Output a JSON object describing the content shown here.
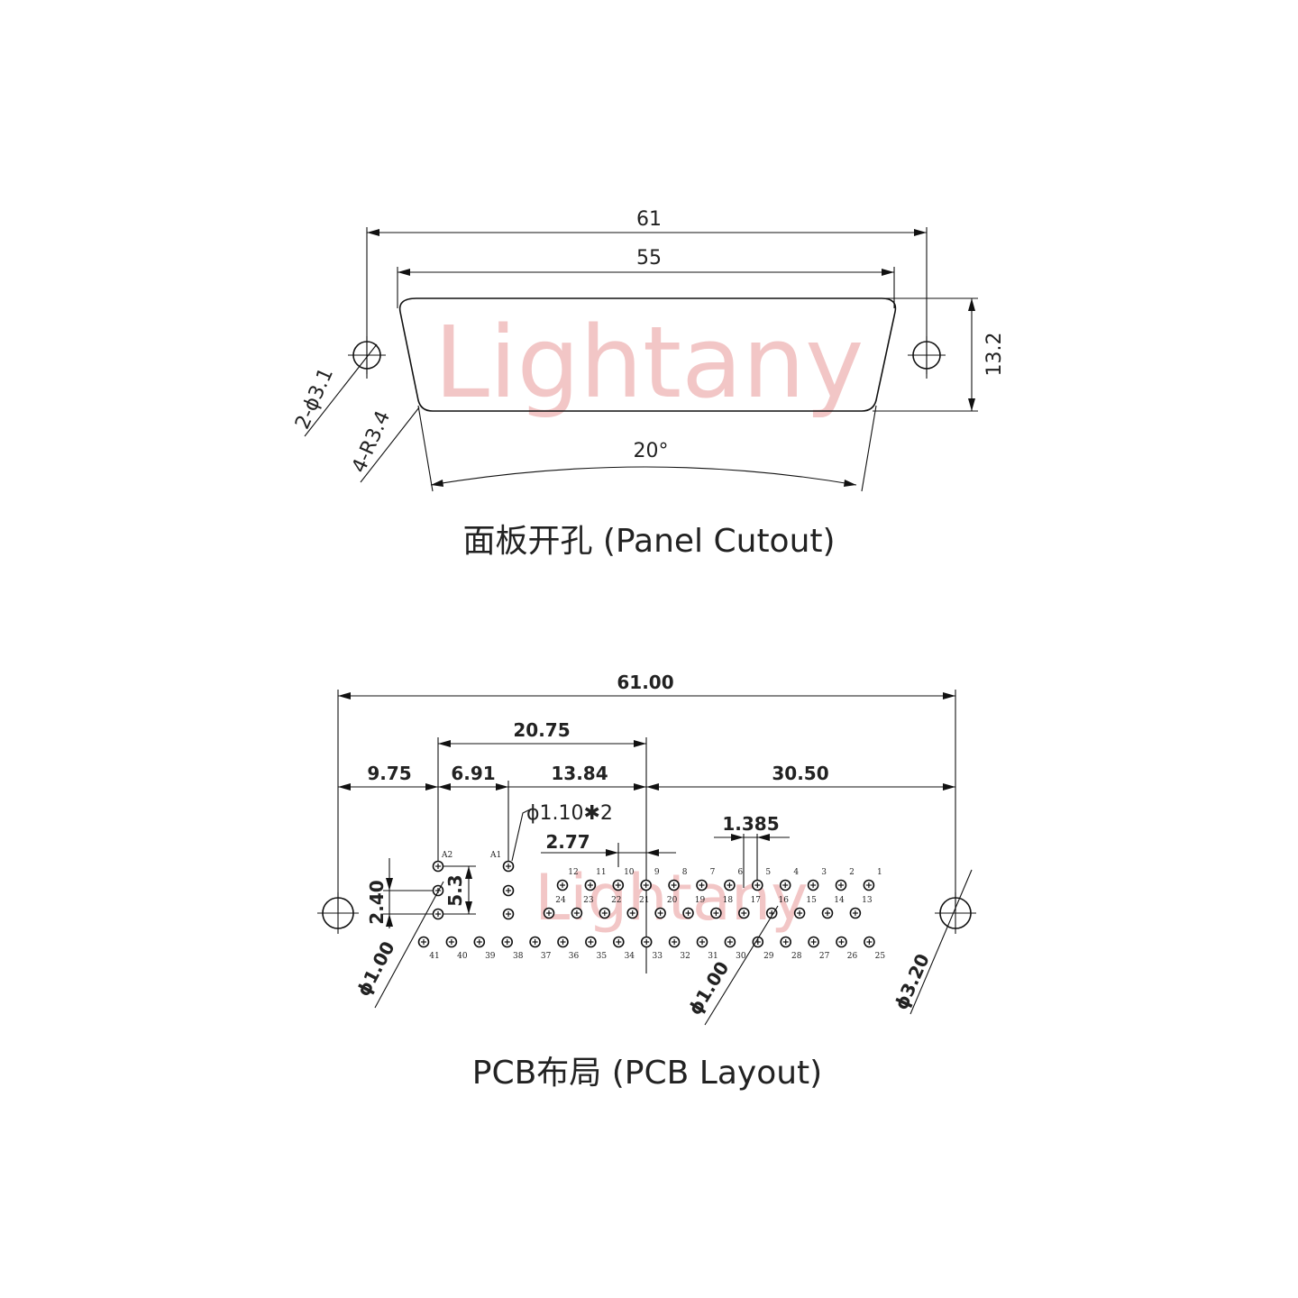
{
  "watermark": "Lightany",
  "panel": {
    "caption": "面板开孔 (Panel Cutout)",
    "dim_overall": "61",
    "dim_body": "55",
    "dim_height": "13.2",
    "dim_holes": "2-ϕ3.1",
    "dim_radius": "4-R3.4",
    "dim_angle": "20°"
  },
  "pcb": {
    "caption": "PCB布局 (PCB Layout)",
    "dim_overall": "61.00",
    "dim_20_75": "20.75",
    "dim_9_75": "9.75",
    "dim_6_91": "6.91",
    "dim_13_84": "13.84",
    "dim_30_50": "30.50",
    "dim_pitch_x": "2.77",
    "dim_half_pitch": "1.385",
    "dim_coax_hole": "ϕ1.10✱2",
    "dim_2_40": "2.40",
    "dim_5_3": "5.3",
    "dim_pin_hole_left": "ϕ1.00",
    "dim_pin_hole_right": "ϕ1.00",
    "dim_mount_hole": "ϕ3.20",
    "coax_labels": [
      "A2",
      "A1"
    ],
    "row1_labels": [
      "12",
      "11",
      "10",
      "9",
      "8",
      "7",
      "6",
      "5",
      "4",
      "3",
      "2",
      "1"
    ],
    "row2_labels": [
      "24",
      "23",
      "22",
      "21",
      "20",
      "19",
      "18",
      "17",
      "16",
      "15",
      "14",
      "13"
    ],
    "row3_labels": [
      "41",
      "40",
      "39",
      "38",
      "37",
      "36",
      "35",
      "34",
      "33",
      "32",
      "31",
      "30",
      "29",
      "28",
      "27",
      "26",
      "25"
    ]
  }
}
